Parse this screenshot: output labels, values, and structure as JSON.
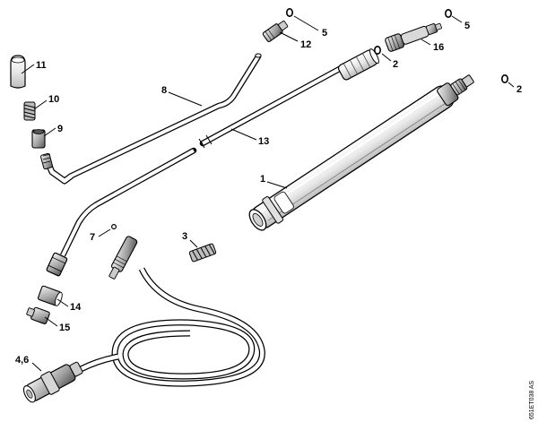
{
  "drawing_ref": "651ET038 AS",
  "callouts": [
    {
      "id": "c5a",
      "label": "5"
    },
    {
      "id": "c12",
      "label": "12"
    },
    {
      "id": "c5b",
      "label": "5"
    },
    {
      "id": "c16",
      "label": "16"
    },
    {
      "id": "c2a",
      "label": "2"
    },
    {
      "id": "c2b",
      "label": "2"
    },
    {
      "id": "c11",
      "label": "11"
    },
    {
      "id": "c8",
      "label": "8"
    },
    {
      "id": "c10",
      "label": "10"
    },
    {
      "id": "c9",
      "label": "9"
    },
    {
      "id": "c13",
      "label": "13"
    },
    {
      "id": "c1",
      "label": "1"
    },
    {
      "id": "c7",
      "label": "7"
    },
    {
      "id": "c3",
      "label": "3"
    },
    {
      "id": "c14",
      "label": "14"
    },
    {
      "id": "c15",
      "label": "15"
    },
    {
      "id": "c46",
      "label": "4,6"
    }
  ]
}
